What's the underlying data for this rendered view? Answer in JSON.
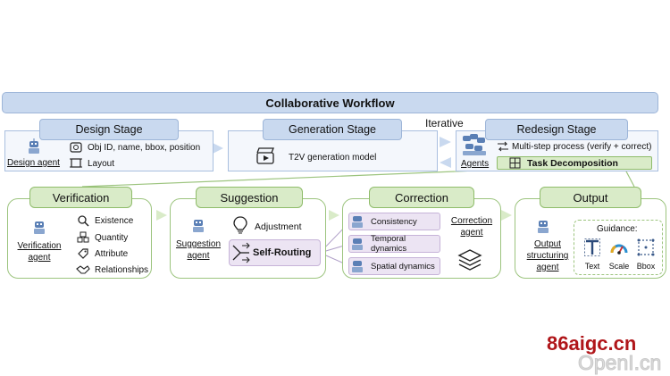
{
  "banner": {
    "title": "Collaborative Workflow"
  },
  "iterative": "Iterative",
  "design_stage": {
    "title": "Design Stage",
    "agent": "Design agent",
    "items": [
      "Obj ID, name, bbox, position",
      "Layout"
    ]
  },
  "generation_stage": {
    "title": "Generation Stage",
    "model": "T2V generation model"
  },
  "redesign_stage": {
    "title": "Redesign Stage",
    "agents": "Agents",
    "process": "Multi-step process (verify + correct)",
    "task": "Task Decomposition"
  },
  "verification": {
    "title": "Verification",
    "agent_line1": "Verification",
    "agent_line2": "agent",
    "items": [
      "Existence",
      "Quantity",
      "Attribute",
      "Relationships"
    ]
  },
  "suggestion": {
    "title": "Suggestion",
    "agent_line1": "Suggestion",
    "agent_line2": "agent",
    "adjustment": "Adjustment",
    "self_routing": "Self-Routing"
  },
  "correction": {
    "title": "Correction",
    "items": [
      "Consistency",
      "Temporal dynamics",
      "Spatial dynamics"
    ],
    "agent_line1": "Correction",
    "agent_line2": "agent"
  },
  "output": {
    "title": "Output",
    "agent_line1": "Output",
    "agent_line2": "structuring",
    "agent_line3": "agent",
    "guidance": "Guidance:",
    "items": [
      "Text",
      "Scale",
      "Bbox"
    ]
  },
  "watermark": {
    "line1": "86aigc.cn",
    "line2": "OpenI.cn"
  },
  "colors": {
    "blue_fill": "#c9d9ef",
    "green_fill": "#d9ebc8",
    "green_border": "#9cc47e",
    "purple_fill": "#ece4f3",
    "watermark_red": "#b0161a"
  }
}
